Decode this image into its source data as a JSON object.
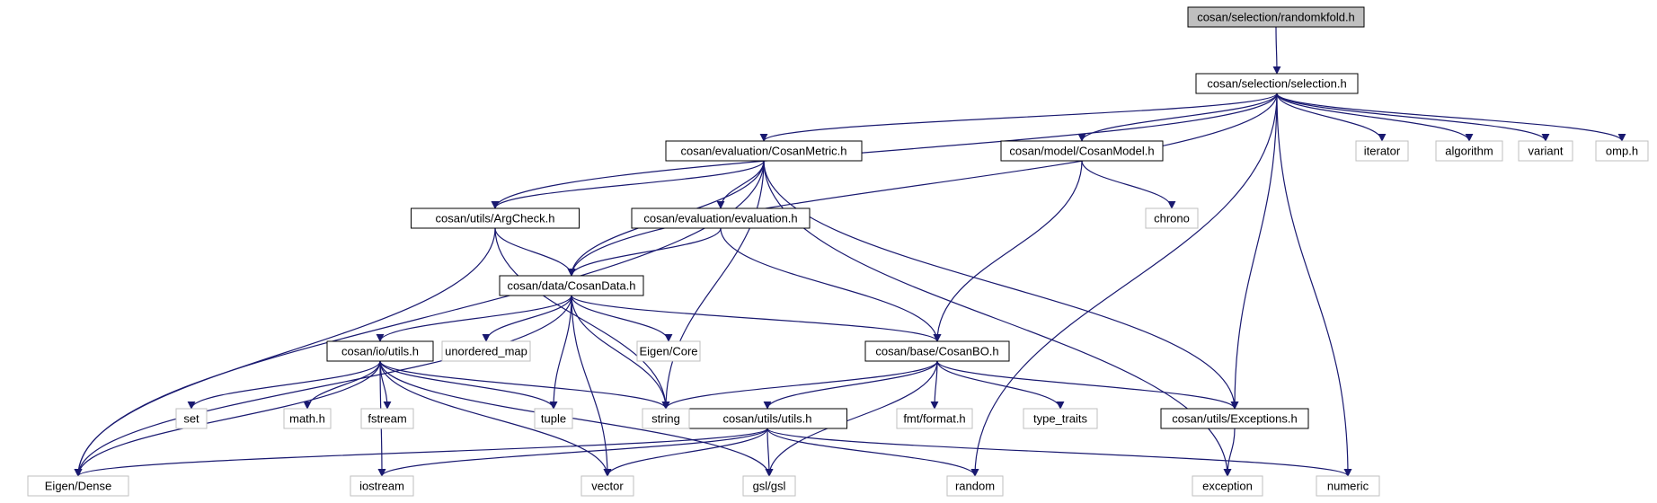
{
  "colors": {
    "edge": "#191970",
    "root_fill": "#bfbfbf",
    "root_stroke": "#000000",
    "internal_stroke": "#000000",
    "external_stroke": "#bfbfbf",
    "external_fill": "#ffffff"
  },
  "nodes": {
    "randomkfold": {
      "label": "cosan/selection/randomkfold.h",
      "kind": "root"
    },
    "selection": {
      "label": "cosan/selection/selection.h",
      "kind": "internal"
    },
    "cosanmetric": {
      "label": "cosan/evaluation/CosanMetric.h",
      "kind": "internal"
    },
    "cosanmodel": {
      "label": "cosan/model/CosanModel.h",
      "kind": "internal"
    },
    "argcheck": {
      "label": "cosan/utils/ArgCheck.h",
      "kind": "internal"
    },
    "evaluation": {
      "label": "cosan/evaluation/evaluation.h",
      "kind": "internal"
    },
    "cosandata": {
      "label": "cosan/data/CosanData.h",
      "kind": "internal"
    },
    "ioutils": {
      "label": "cosan/io/utils.h",
      "kind": "internal"
    },
    "cosanbo": {
      "label": "cosan/base/CosanBO.h",
      "kind": "internal"
    },
    "utilsutils": {
      "label": "cosan/utils/utils.h",
      "kind": "internal"
    },
    "exceptions": {
      "label": "cosan/utils/Exceptions.h",
      "kind": "internal"
    },
    "iterator": {
      "label": "iterator",
      "kind": "external"
    },
    "algorithm": {
      "label": "algorithm",
      "kind": "external"
    },
    "variant": {
      "label": "variant",
      "kind": "external"
    },
    "omp": {
      "label": "omp.h",
      "kind": "external"
    },
    "chrono": {
      "label": "chrono",
      "kind": "external"
    },
    "unordered_map": {
      "label": "unordered_map",
      "kind": "external"
    },
    "eigencore": {
      "label": "Eigen/Core",
      "kind": "external"
    },
    "set": {
      "label": "set",
      "kind": "external"
    },
    "mathh": {
      "label": "math.h",
      "kind": "external"
    },
    "fstream": {
      "label": "fstream",
      "kind": "external"
    },
    "tuple": {
      "label": "tuple",
      "kind": "external"
    },
    "string": {
      "label": "string",
      "kind": "external"
    },
    "fmtformat": {
      "label": "fmt/format.h",
      "kind": "external"
    },
    "type_traits": {
      "label": "type_traits",
      "kind": "external"
    },
    "eigendense": {
      "label": "Eigen/Dense",
      "kind": "external"
    },
    "iostream": {
      "label": "iostream",
      "kind": "external"
    },
    "vector": {
      "label": "vector",
      "kind": "external"
    },
    "gslgsl": {
      "label": "gsl/gsl",
      "kind": "external"
    },
    "random": {
      "label": "random",
      "kind": "external"
    },
    "exception": {
      "label": "exception",
      "kind": "external"
    },
    "numeric": {
      "label": "numeric",
      "kind": "external"
    }
  },
  "edges": [
    [
      "randomkfold",
      "selection"
    ],
    [
      "selection",
      "cosanmetric"
    ],
    [
      "selection",
      "cosanmodel"
    ],
    [
      "selection",
      "argcheck"
    ],
    [
      "selection",
      "cosandata"
    ],
    [
      "selection",
      "iterator"
    ],
    [
      "selection",
      "algorithm"
    ],
    [
      "selection",
      "variant"
    ],
    [
      "selection",
      "omp"
    ],
    [
      "selection",
      "random"
    ],
    [
      "selection",
      "exceptions"
    ],
    [
      "selection",
      "numeric"
    ],
    [
      "cosanmetric",
      "argcheck"
    ],
    [
      "cosanmetric",
      "evaluation"
    ],
    [
      "cosanmetric",
      "cosandata"
    ],
    [
      "cosanmetric",
      "eigendense"
    ],
    [
      "cosanmetric",
      "string"
    ],
    [
      "cosanmetric",
      "exceptions"
    ],
    [
      "cosanmetric",
      "exception"
    ],
    [
      "cosanmodel",
      "chrono"
    ],
    [
      "cosanmodel",
      "cosanbo"
    ],
    [
      "argcheck",
      "cosandata"
    ],
    [
      "argcheck",
      "eigendense"
    ],
    [
      "argcheck",
      "string"
    ],
    [
      "evaluation",
      "cosandata"
    ],
    [
      "evaluation",
      "cosanbo"
    ],
    [
      "cosandata",
      "ioutils"
    ],
    [
      "cosandata",
      "unordered_map"
    ],
    [
      "cosandata",
      "eigencore"
    ],
    [
      "cosandata",
      "cosanbo"
    ],
    [
      "cosandata",
      "tuple"
    ],
    [
      "cosandata",
      "vector"
    ],
    [
      "cosandata",
      "string"
    ],
    [
      "cosandata",
      "eigendense"
    ],
    [
      "ioutils",
      "set"
    ],
    [
      "ioutils",
      "mathh"
    ],
    [
      "ioutils",
      "fstream"
    ],
    [
      "ioutils",
      "tuple"
    ],
    [
      "ioutils",
      "string"
    ],
    [
      "ioutils",
      "eigendense"
    ],
    [
      "ioutils",
      "iostream"
    ],
    [
      "ioutils",
      "vector"
    ],
    [
      "ioutils",
      "gslgsl"
    ],
    [
      "cosanbo",
      "string"
    ],
    [
      "cosanbo",
      "utilsutils"
    ],
    [
      "cosanbo",
      "fmtformat"
    ],
    [
      "cosanbo",
      "type_traits"
    ],
    [
      "cosanbo",
      "exceptions"
    ],
    [
      "cosanbo",
      "gslgsl"
    ],
    [
      "utilsutils",
      "eigendense"
    ],
    [
      "utilsutils",
      "iostream"
    ],
    [
      "utilsutils",
      "vector"
    ],
    [
      "utilsutils",
      "gslgsl"
    ],
    [
      "utilsutils",
      "random"
    ],
    [
      "utilsutils",
      "numeric"
    ],
    [
      "exceptions",
      "exception"
    ]
  ]
}
